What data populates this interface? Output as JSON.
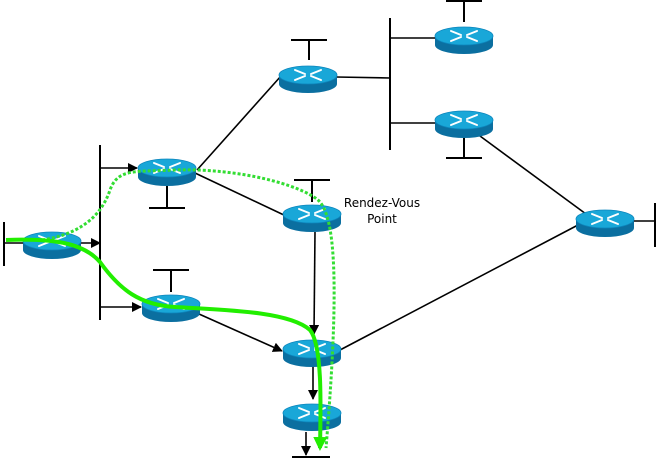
{
  "diagram": {
    "rendezvous_label_line1": "Rendez-Vous",
    "rendezvous_label_line2": "Point",
    "colors": {
      "link": "#000000",
      "router_top": "#19a7d8",
      "router_side": "#0b6fa0",
      "router_arrows": "#ffffff",
      "multicast_path": "#22ee00",
      "shared_tree_path": "#33dd33"
    },
    "icons": {
      "router": "router-icon",
      "lan_segment": "lan-segment-icon"
    },
    "routers": [
      "source",
      "r-top-left",
      "r-bottom-left",
      "r-top-center",
      "rendezvous-point",
      "r-upper-right-1",
      "r-upper-right-2",
      "r-far-right",
      "r-lower-center",
      "r-bottom-center"
    ]
  }
}
